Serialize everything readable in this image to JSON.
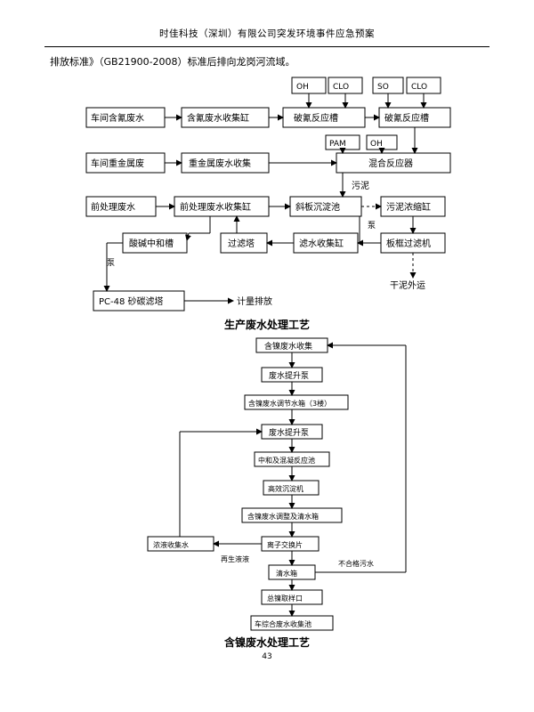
{
  "header": {
    "text": "时佳科技（深圳）有限公司突发环境事件应急预案"
  },
  "intro": {
    "text": "排放标准》（GB21900-2008）标准后排向龙岗河流域。"
  },
  "diagram1": {
    "caption": "生产废水处理工艺",
    "nodes": {
      "oh1": "OH",
      "clo1": "CLO",
      "so": "SO",
      "clo2": "CLO",
      "cn_ww": "车间含氰废水",
      "cn_tank": "含氰废水收集缸",
      "cn_react1": "破氰反应槽",
      "cn_react2": "破氰反应槽",
      "pam": "PAM",
      "oh2": "OH",
      "hm_ww": "车间重金属废",
      "hm_collect": "重金属废水收集",
      "mix_reactor": "混合反应器",
      "sludge": "污泥",
      "pre_ww": "前处理废水",
      "pre_tank": "前处理废水收集缸",
      "inclined": "斜板沉淀池",
      "thickener": "污泥浓缩缸",
      "pump1": "泵",
      "acid_base": "酸碱中和槽",
      "filter_tower": "过滤塔",
      "filtrate": "滤水收集缸",
      "frame_press": "板框过滤机",
      "pump2": "泵",
      "dry_sludge": "干泥外运",
      "sand_filter": "PC-48 砂碳滤塔",
      "meter": "计量排放"
    }
  },
  "diagram2": {
    "caption": "含镍废水处理工艺",
    "nodes": {
      "ni_collect": "含镍废水收集",
      "lift1": "废水提升泵",
      "adjust": "含镍废水调节水箱（3楼）",
      "lift2": "废水提升泵",
      "neutral": "中和及混凝反应池",
      "settler": "高效沉淀机",
      "adjust_clear": "含镍废水调整及清水箱",
      "ion_exchange": "离子交换片",
      "conc_collect": "浓液收集水",
      "regen": "再生液液",
      "clear_tank": "清水箱",
      "reject": "不合格污水",
      "sampling": "总镍取样口",
      "combined": "车综合废水收集池"
    }
  },
  "page_number": "43"
}
